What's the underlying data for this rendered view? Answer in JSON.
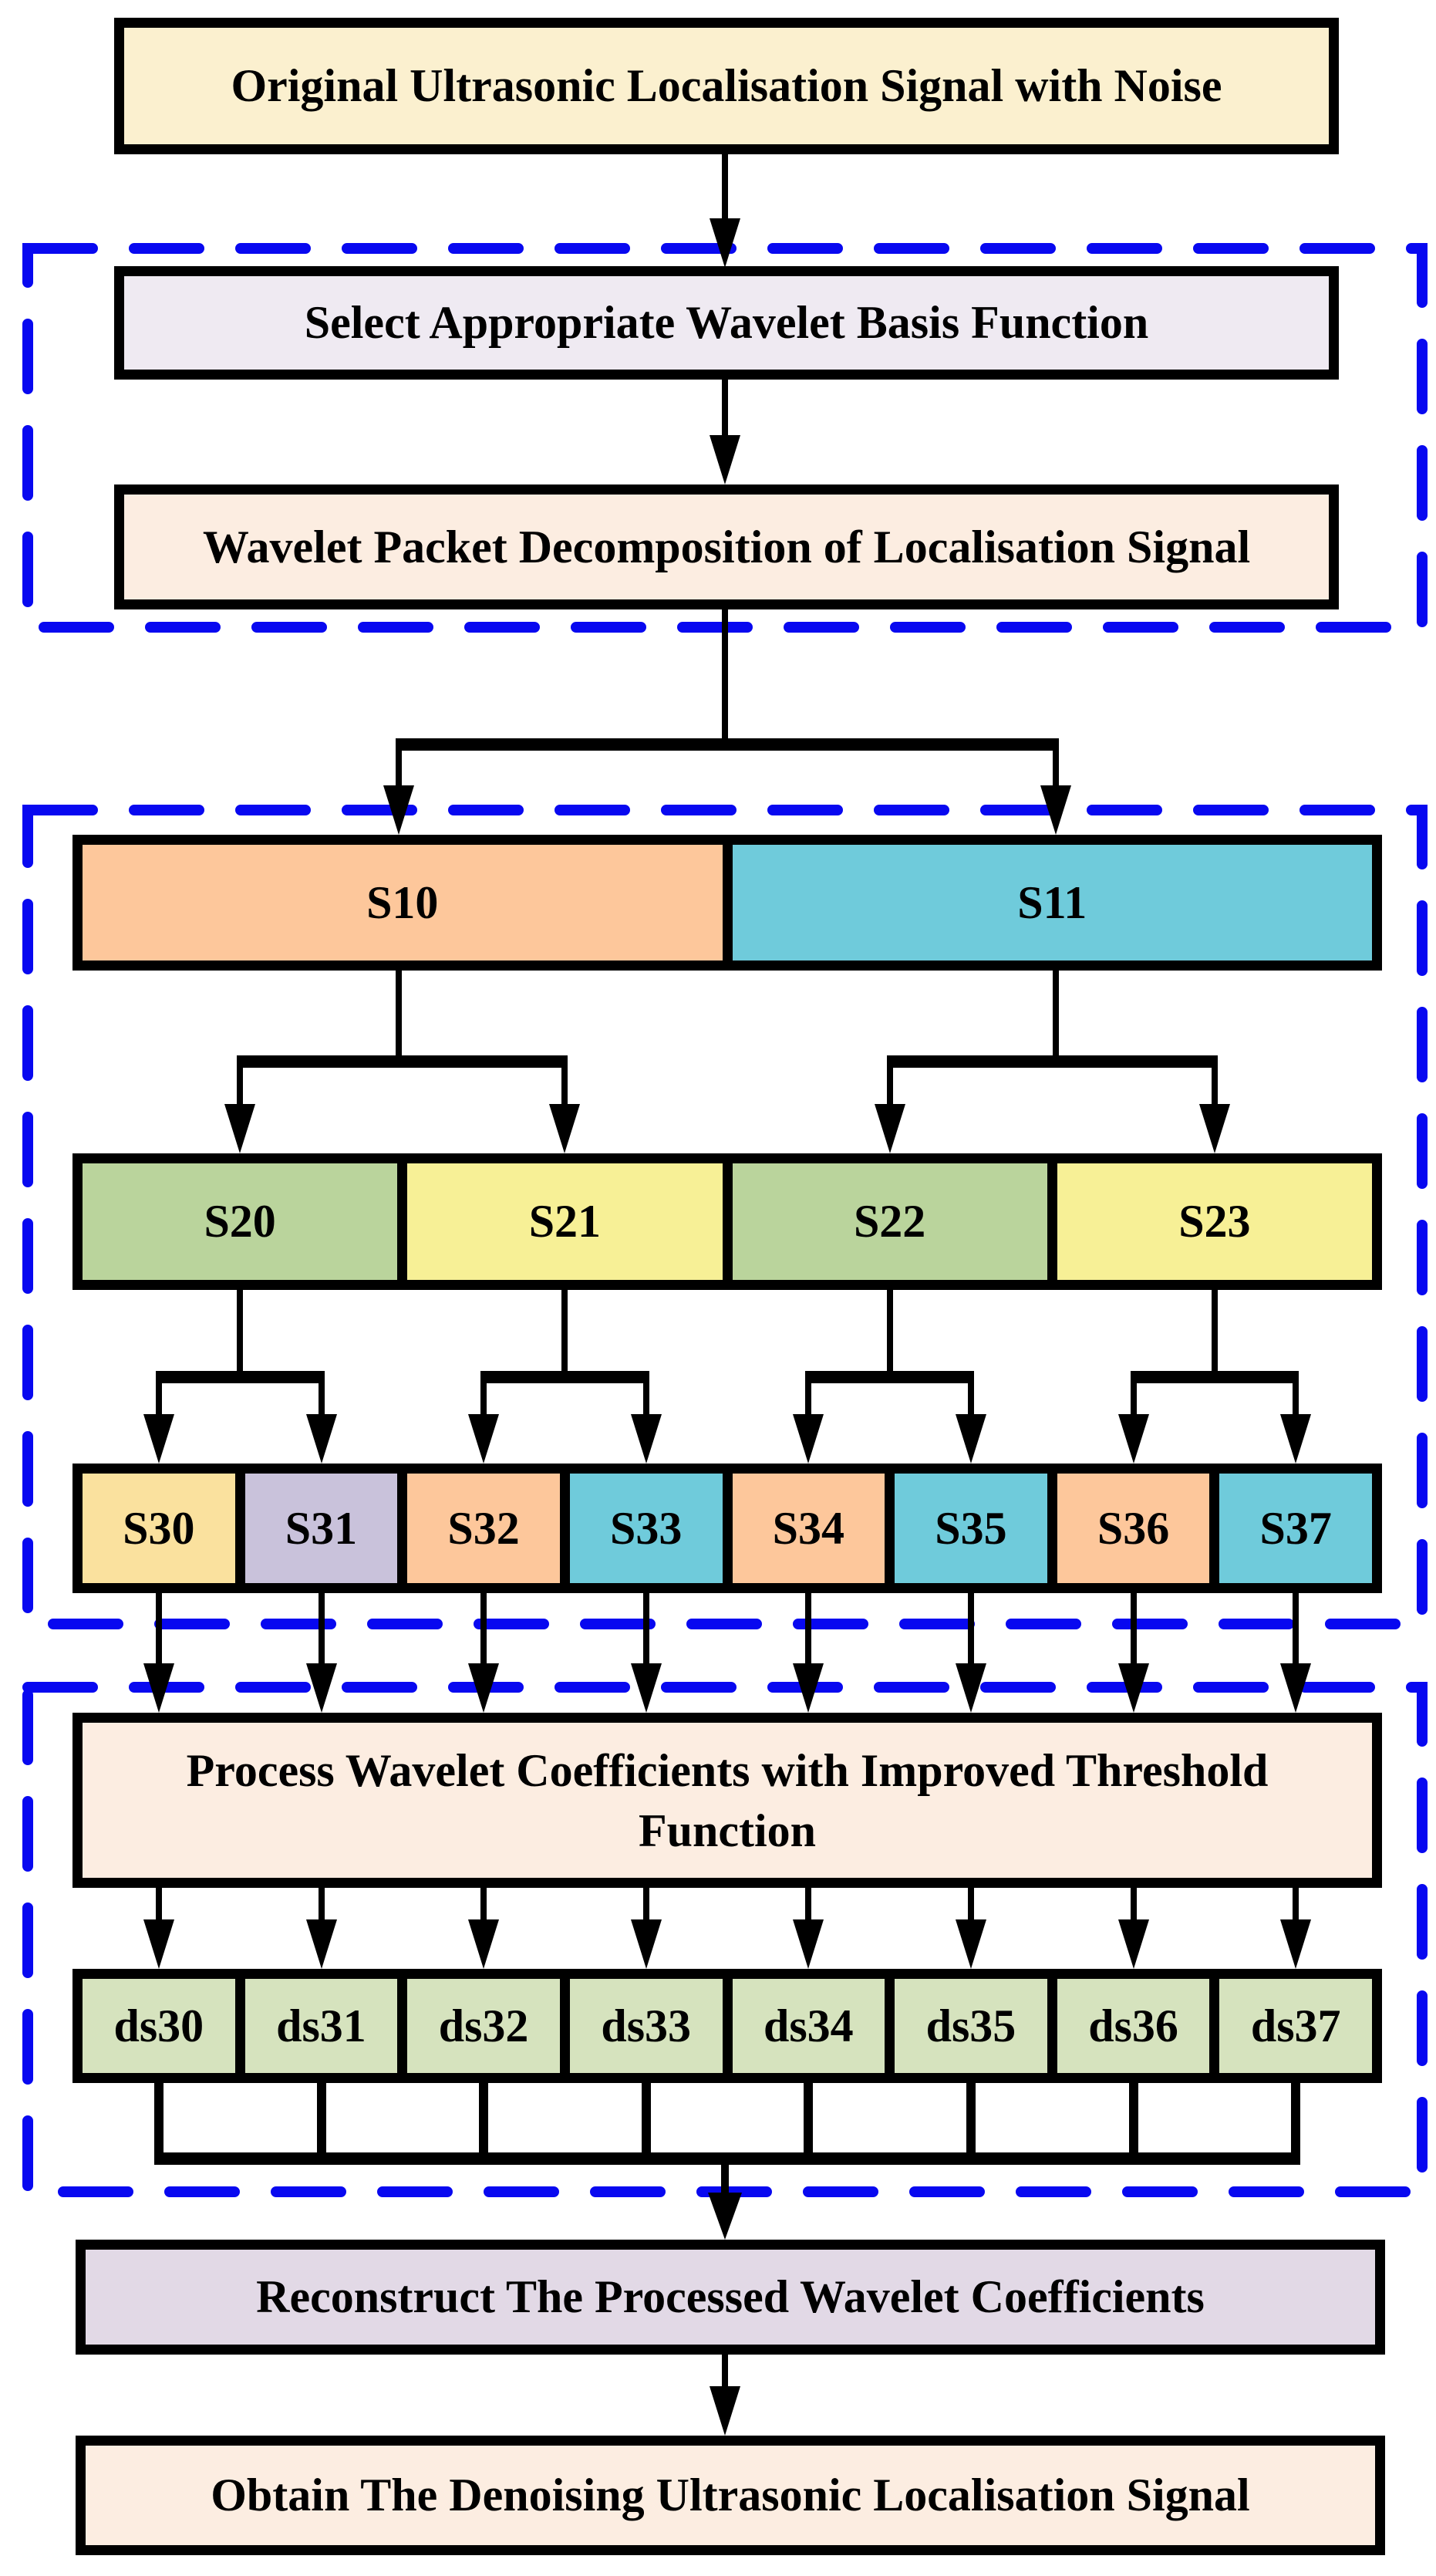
{
  "palette": {
    "dash_blue": "#0808F0",
    "line_black": "#000000",
    "cream": "#FBF0CF",
    "lavender_light": "#EFEAF2",
    "peach": "#FCEDE1",
    "orange": "#FDC79B",
    "cyan": "#6FCBDB",
    "green": "#BAD49C",
    "yellow": "#F7F096",
    "gold": "#FAE19E",
    "lavender": "#C9C2DB",
    "ds_green": "#D6E3BE",
    "reconstruct_lavender": "#E2D9E6"
  },
  "flow": {
    "top_box": "Original Ultrasonic Localisation Signal with Noise",
    "stage1": {
      "select_box": "Select Appropriate Wavelet Basis Function",
      "decompose_box": "Wavelet Packet Decomposition of Localisation Signal"
    },
    "tree": {
      "level1": [
        {
          "label": "S10",
          "color": "#FDC79B"
        },
        {
          "label": "S11",
          "color": "#6FCBDB"
        }
      ],
      "level2": [
        {
          "label": "S20",
          "color": "#BAD49C"
        },
        {
          "label": "S21",
          "color": "#F7F096"
        },
        {
          "label": "S22",
          "color": "#BAD49C"
        },
        {
          "label": "S23",
          "color": "#F7F096"
        }
      ],
      "level3": [
        {
          "label": "S30",
          "color": "#FAE19E"
        },
        {
          "label": "S31",
          "color": "#C9C2DB"
        },
        {
          "label": "S32",
          "color": "#FDC79B"
        },
        {
          "label": "S33",
          "color": "#6FCBDB"
        },
        {
          "label": "S34",
          "color": "#FDC79B"
        },
        {
          "label": "S35",
          "color": "#6FCBDB"
        },
        {
          "label": "S36",
          "color": "#FDC79B"
        },
        {
          "label": "S37",
          "color": "#6FCBDB"
        }
      ]
    },
    "stage3": {
      "process_box": "Process Wavelet Coefficients with Improved Threshold\nFunction",
      "ds_cells": [
        {
          "label": "ds30",
          "color": "#D6E3BE"
        },
        {
          "label": "ds31",
          "color": "#D6E3BE"
        },
        {
          "label": "ds32",
          "color": "#D6E3BE"
        },
        {
          "label": "ds33",
          "color": "#D6E3BE"
        },
        {
          "label": "ds34",
          "color": "#D6E3BE"
        },
        {
          "label": "ds35",
          "color": "#D6E3BE"
        },
        {
          "label": "ds36",
          "color": "#D6E3BE"
        },
        {
          "label": "ds37",
          "color": "#D6E3BE"
        }
      ]
    },
    "reconstruct_box": "Reconstruct The Processed Wavelet Coefficients",
    "output_box": "Obtain The Denoising Ultrasonic Localisation Signal"
  }
}
